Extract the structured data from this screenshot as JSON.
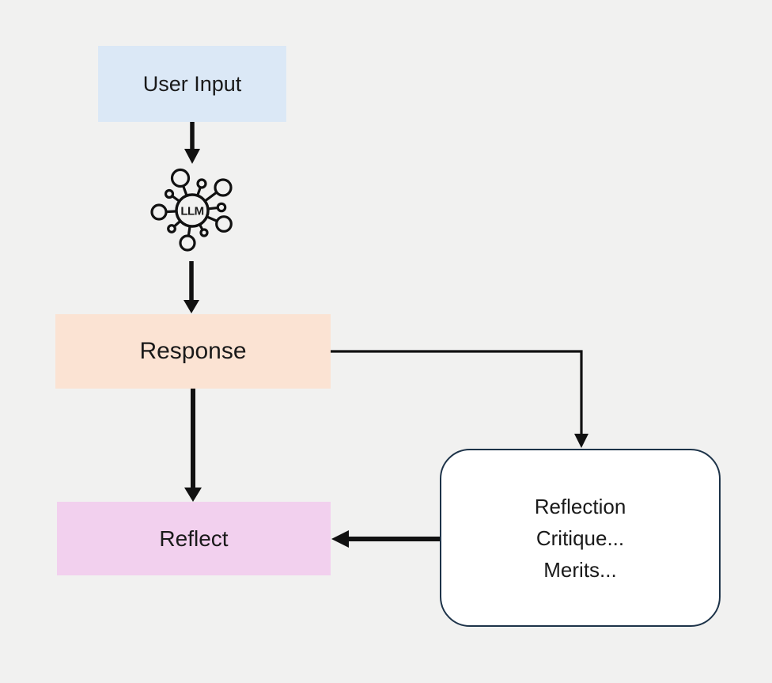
{
  "nodes": {
    "user_input": {
      "label": "User Input",
      "fill": "#dbe8f6"
    },
    "llm": {
      "label": "LLM"
    },
    "response": {
      "label": "Response",
      "fill": "#fbe3d3"
    },
    "reflect": {
      "label": "Reflect",
      "fill": "#f2d0ee"
    },
    "reflection_note": {
      "lines": [
        "Reflection",
        "Critique...",
        "Merits..."
      ],
      "fill": "#ffffff",
      "border": "#1d3349"
    }
  },
  "edges": [
    {
      "from": "user_input",
      "to": "llm",
      "style": "thick-arrow"
    },
    {
      "from": "llm",
      "to": "response",
      "style": "thick-arrow"
    },
    {
      "from": "response",
      "to": "reflect",
      "style": "thick-arrow"
    },
    {
      "from": "response",
      "to": "reflection_note",
      "style": "thin-elbow-arrow"
    },
    {
      "from": "reflection_note",
      "to": "reflect",
      "style": "thick-arrow"
    }
  ],
  "colors": {
    "background": "#f1f1f0",
    "arrow": "#111111",
    "text": "#1a1a1a"
  }
}
